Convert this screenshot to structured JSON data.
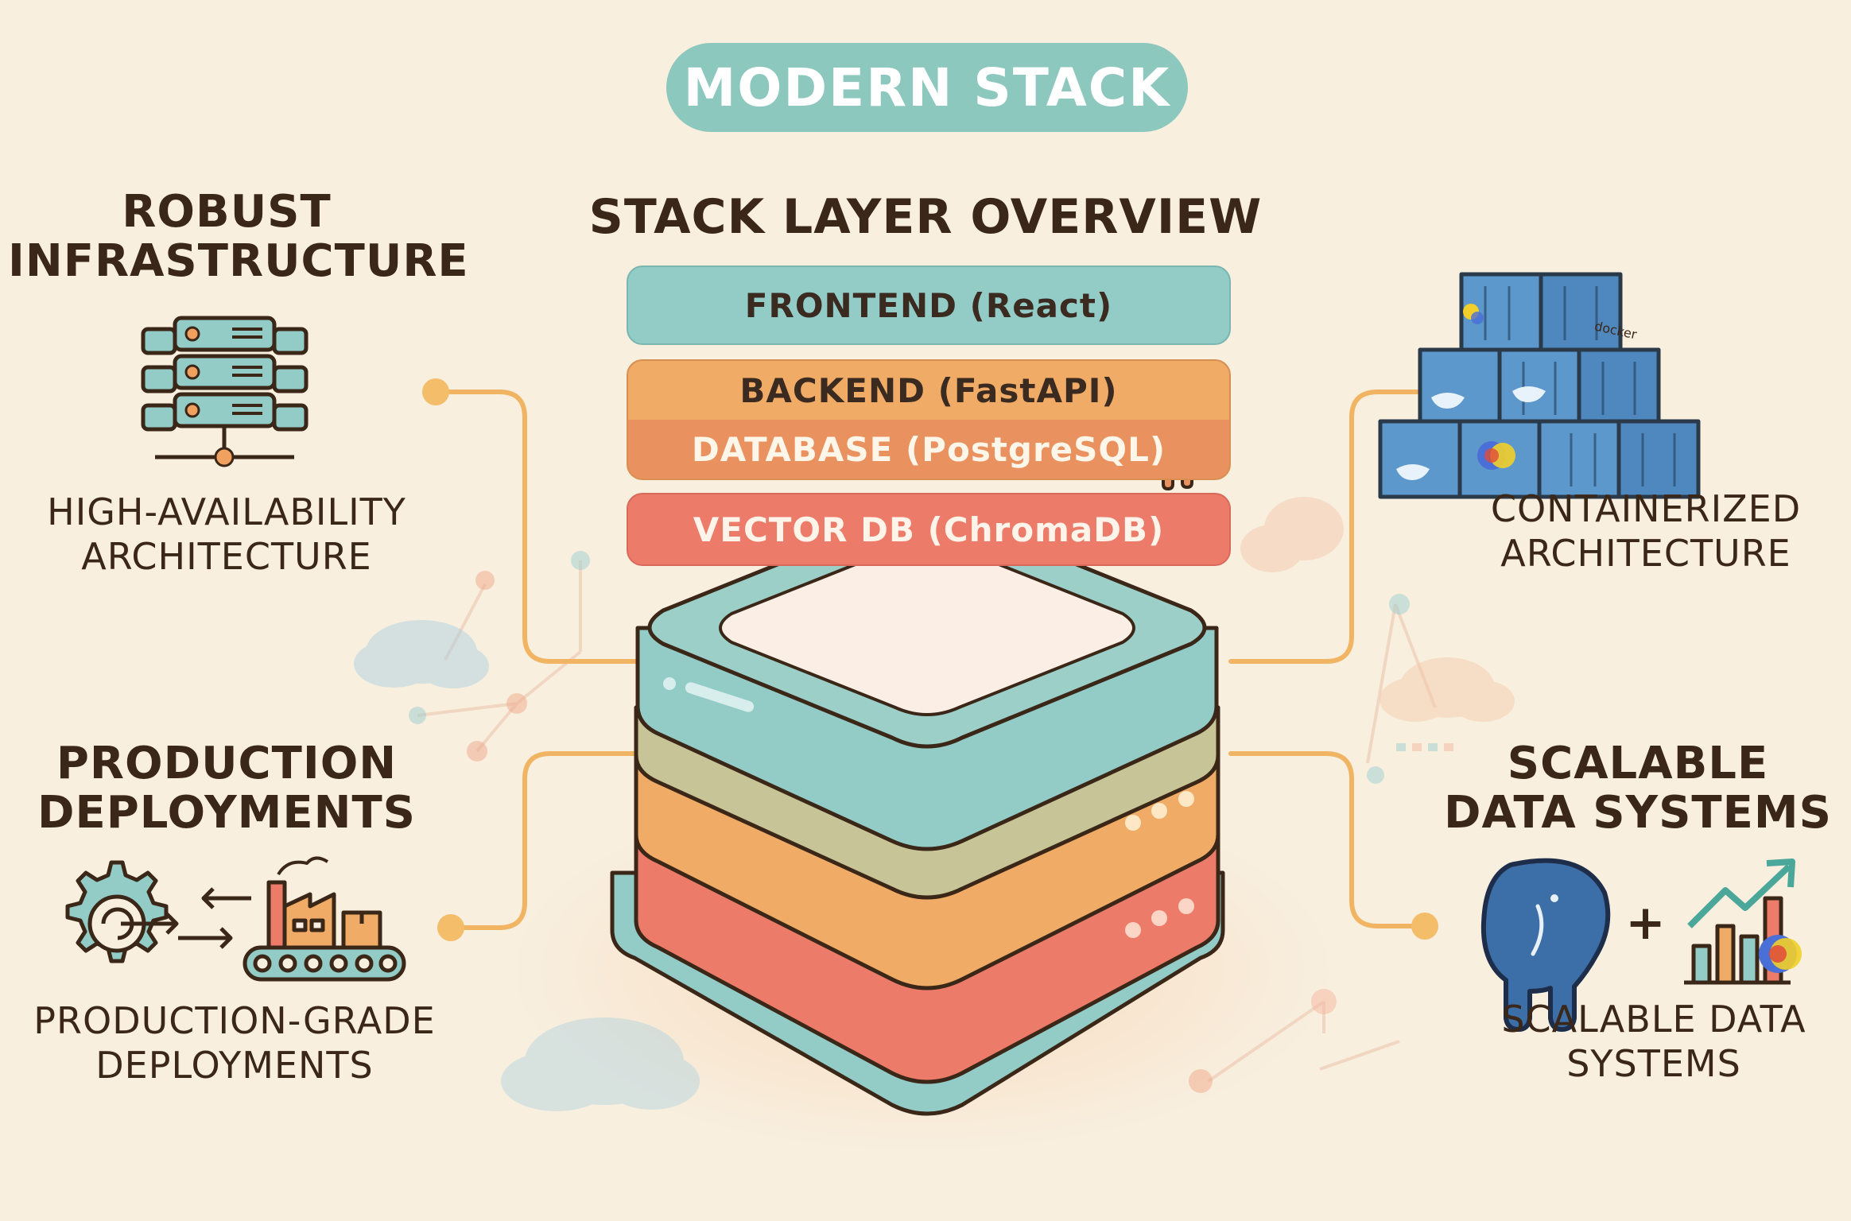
{
  "header": {
    "pill_label": "MODERN STACK",
    "overview_title": "STACK LAYER OVERVIEW"
  },
  "layers": {
    "frontend": "FRONTEND (React)",
    "backend": "BACKEND (FastAPI)",
    "database": "DATABASE (PostgreSQL)",
    "vector": "VECTOR DB (ChromaDB)"
  },
  "sections": {
    "infra": {
      "title_line1": "ROBUST",
      "title_line2": "INFRASTRUCTURE",
      "sub_line1": "HIGH-AVAILABILITY",
      "sub_line2": "ARCHITECTURE"
    },
    "containers": {
      "sub_line1": "CONTAINERIZED",
      "sub_line2": "ARCHITECTURE",
      "logo_text": "docker"
    },
    "deploy": {
      "title_line1": "PRODUCTION",
      "title_line2": "DEPLOYMENTS",
      "sub_line1": "PRODUCTION-GRADE",
      "sub_line2": "DEPLOYMENTS"
    },
    "data": {
      "title_line1": "SCALABLE",
      "title_line2": "DATA SYSTEMS",
      "sub_line1": "SCALABLE DATA",
      "sub_line2": "SYSTEMS",
      "plus": "+"
    }
  },
  "colors": {
    "background": "#f8efdf",
    "teal": "#93cbc6",
    "orange": "#f0ab66",
    "coral": "#ec7b6a",
    "connector": "#f0b463",
    "ink": "#3b2718"
  },
  "icons": [
    "server-rack-icon",
    "docker-containers-icon",
    "gear-factory-icon",
    "postgres-elephant-icon",
    "growth-chart-icon",
    "react-atom-icon",
    "bolt-icon",
    "elephant-icon",
    "chroma-icon"
  ]
}
